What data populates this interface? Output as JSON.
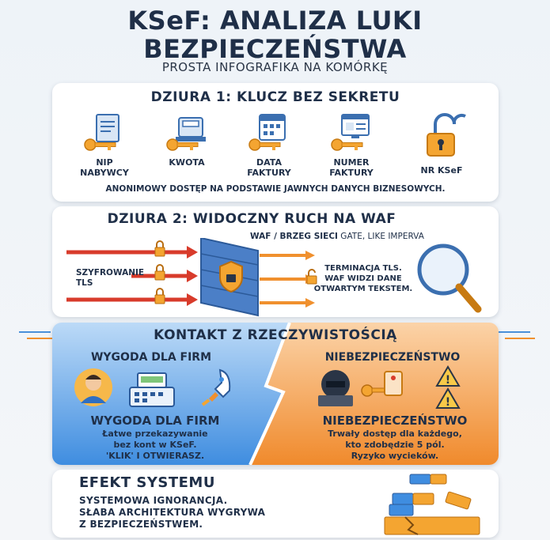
{
  "header": {
    "title_line1": "KSeF: ANALIZA LUKI",
    "title_line2": "BEZPIECZEŃSTWA",
    "subtitle": "PROSTA INFOGRAFIKA NA KOMÓRKĘ"
  },
  "hole1": {
    "title": "DZIURA 1: KLUCZ BEZ SEKRETU",
    "items": [
      {
        "label_line1": "NIP",
        "label_line2": "NABYWCY",
        "icon": "document-key-icon"
      },
      {
        "label_line1": "KWOTA",
        "label_line2": "",
        "icon": "cash-register-key-icon"
      },
      {
        "label_line1": "DATA",
        "label_line2": "FAKTURY",
        "icon": "calendar-key-icon"
      },
      {
        "label_line1": "NUMER",
        "label_line2": "FAKTURY",
        "icon": "screen-key-icon"
      },
      {
        "label_line1": "NR KSeF",
        "label_line2": "",
        "icon": "open-padlock-icon"
      }
    ],
    "footer": "ANONIMOWY DOSTĘP NA PODSTAWIE JAWNYCH DANYCH BIZNESOWYCH."
  },
  "hole2": {
    "title": "DZIURA 2: WIDOCZNY RUCH NA WAF",
    "sub_bold": "WAF / BRZEG SIECI",
    "sub_rest": " GATE, LIKE IMPERVA",
    "tls_line1": "SZYFROWANIE",
    "tls_line2": "TLS",
    "right_line1": "TERMINACJA TLS.",
    "right_line2": "WAF WIDZI DANE",
    "right_line3": "OTWARTYM TEKSTEM."
  },
  "contact": {
    "title": "KONTAKT Z RZECZYWISTOŚCIĄ",
    "left_heading": "WYGODA DLA FIRM",
    "left_heading2": "WYGODA DLA FIRM",
    "left_body_line1": "Łatwe przekazywanie",
    "left_body_line2": "bez kont w KSeF.",
    "left_body_line3": "'KLIK' I OTWIERASZ.",
    "right_heading": "NIEBEZPIECZEŃSTWO",
    "right_heading2": "NIEBEZPIECZEŃSTWO",
    "right_body_line1": "Trwały dostęp dla każdego,",
    "right_body_line2": "kto zdobędzie 5 pól.",
    "right_body_line3": "Ryzyko wycieków.",
    "colors": {
      "left": "#3f8de0",
      "right": "#f08a2c"
    }
  },
  "effect": {
    "title": "EFEKT SYSTEMU",
    "line1": "SYSTEMOWA IGNORANCJA.",
    "line2": "SŁABA ARCHITEKTURA WYGRYWA",
    "line3": "Z BEZPIECZEŃSTWEM."
  }
}
